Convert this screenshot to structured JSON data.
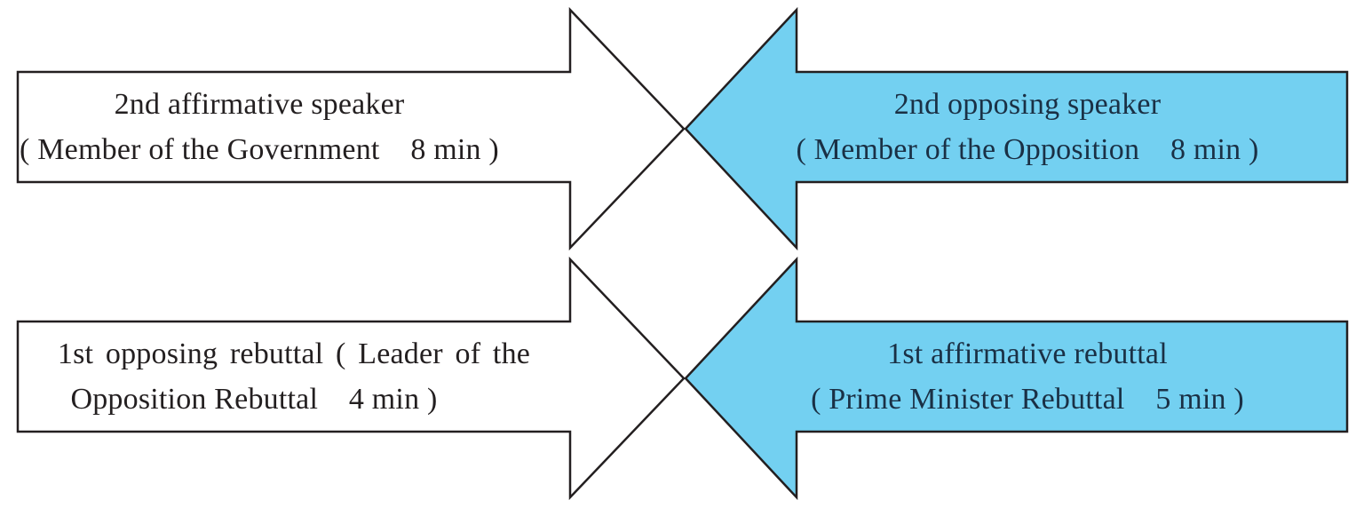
{
  "diagram": {
    "background_color": "#ffffff",
    "outline_color": "#231f20",
    "text_color": "#231f20",
    "text_color_on_blue": "#1a3045",
    "white_fill": "#ffffff",
    "blue_fill": "#73d0f1",
    "rows": [
      {
        "left_arrow": {
          "direction": "right",
          "fill": "#ffffff",
          "line1": "2nd affirmative speaker",
          "line2": "( Member of the Government    8 min )"
        },
        "right_arrow": {
          "direction": "left",
          "fill": "#73d0f1",
          "line1": "2nd opposing speaker",
          "line2": "( Member of the Opposition    8 min )"
        }
      },
      {
        "left_arrow": {
          "direction": "right",
          "fill": "#ffffff",
          "line1": "1st opposing rebuttal ( Leader of the",
          "line2": "Opposition Rebuttal    4 min )"
        },
        "right_arrow": {
          "direction": "left",
          "fill": "#73d0f1",
          "line1": "1st affirmative rebuttal",
          "line2": "( Prime Minister Rebuttal    5 min )"
        }
      }
    ]
  }
}
